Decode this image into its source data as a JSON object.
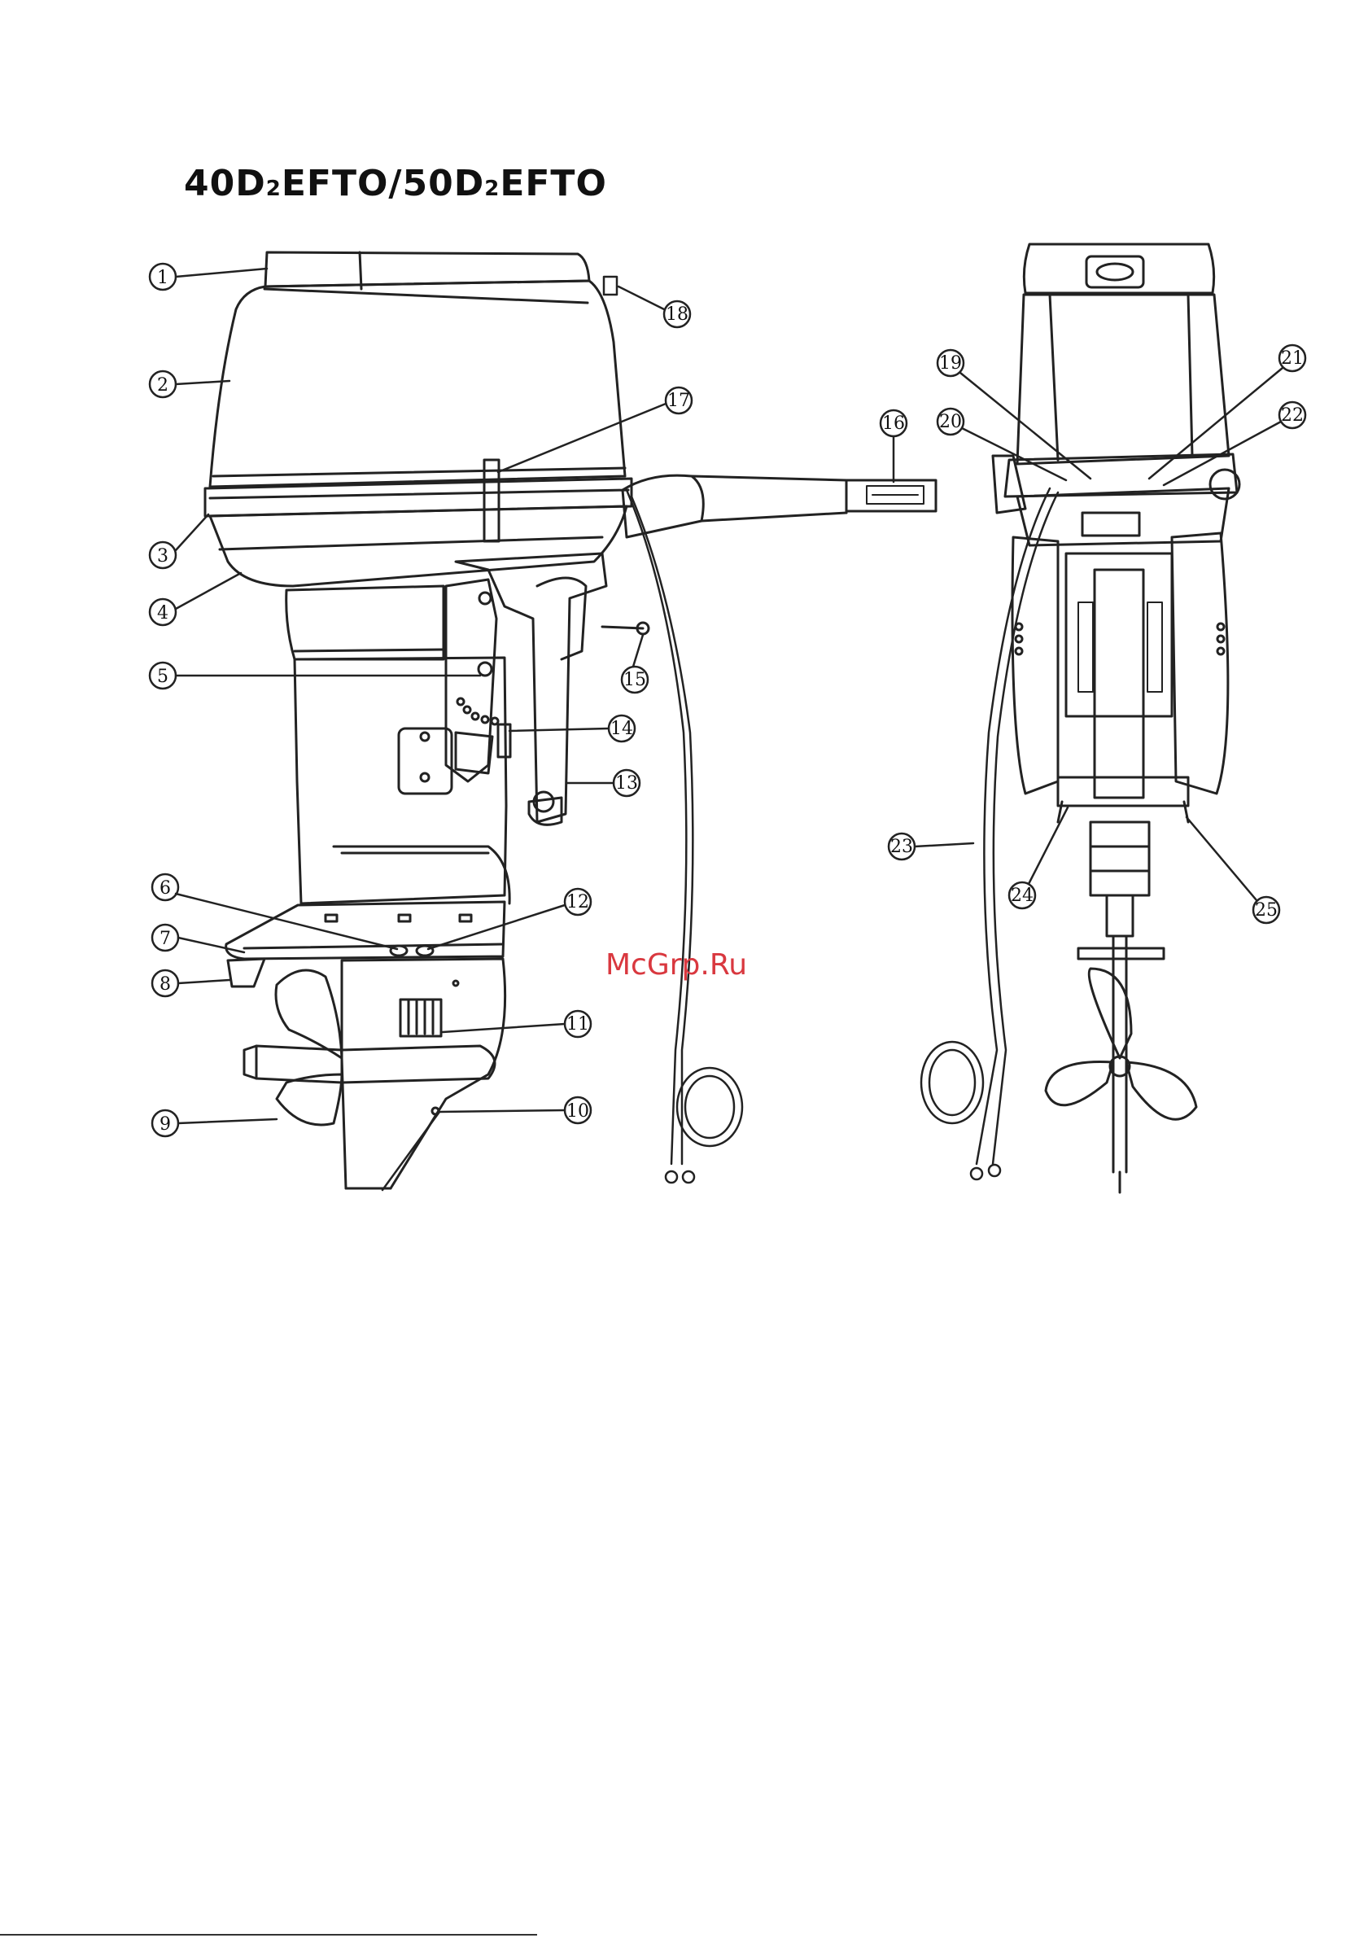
{
  "title": {
    "prefix": "40D",
    "sub1": "2",
    "mid": "EFTO/50D",
    "sub2": "2",
    "suffix": "EFTO"
  },
  "watermark": "McGrp.Ru",
  "callouts": [
    {
      "n": "1",
      "label": "①"
    },
    {
      "n": "2",
      "label": "②"
    },
    {
      "n": "3",
      "label": "③"
    },
    {
      "n": "4",
      "label": "④"
    },
    {
      "n": "5",
      "label": "⑤"
    },
    {
      "n": "6",
      "label": "⑥"
    },
    {
      "n": "7",
      "label": "⑦"
    },
    {
      "n": "8",
      "label": "⑧"
    },
    {
      "n": "9",
      "label": "⑨"
    },
    {
      "n": "10",
      "label": "⑩"
    },
    {
      "n": "11",
      "label": "⑪"
    },
    {
      "n": "12",
      "label": "⑫"
    },
    {
      "n": "13",
      "label": "⑬"
    },
    {
      "n": "14",
      "label": "⑭"
    },
    {
      "n": "15",
      "label": "⑮"
    },
    {
      "n": "16",
      "label": "⑯"
    },
    {
      "n": "17",
      "label": "⑰"
    },
    {
      "n": "18",
      "label": "⑱"
    },
    {
      "n": "19",
      "label": "⑲"
    },
    {
      "n": "20",
      "label": "⑳"
    },
    {
      "n": "21",
      "label": "㉑"
    },
    {
      "n": "22",
      "label": "㉒"
    },
    {
      "n": "23",
      "label": "㉓"
    },
    {
      "n": "24",
      "label": "㉔"
    },
    {
      "n": "25",
      "label": "㉕"
    }
  ]
}
